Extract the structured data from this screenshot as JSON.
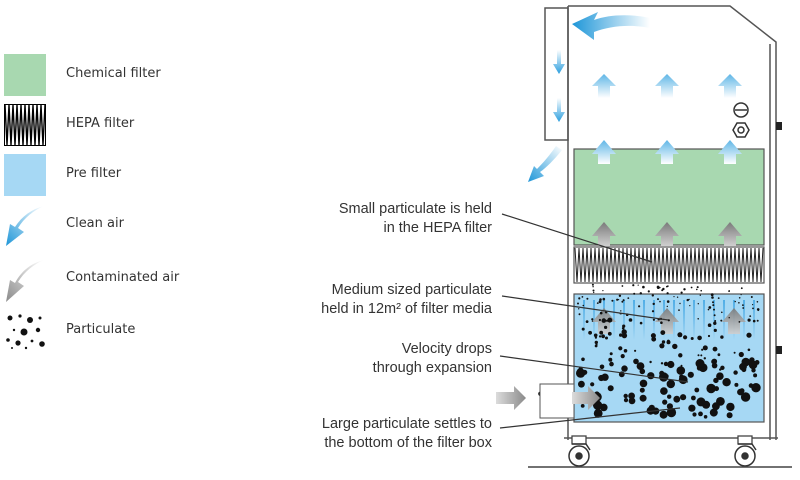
{
  "legend": {
    "items": [
      {
        "label": "Chemical filter",
        "icon": "chemical-filter-swatch",
        "color": "#a8d8b0"
      },
      {
        "label": "HEPA filter",
        "icon": "hepa-filter-swatch",
        "color": "#000000"
      },
      {
        "label": "Pre filter",
        "icon": "pre-filter-swatch",
        "color": "#a6d8f4"
      },
      {
        "label": "Clean air",
        "icon": "clean-air-arrow-icon",
        "color": "#3aa7e0"
      },
      {
        "label": "Contaminated air",
        "icon": "contaminated-air-arrow-icon",
        "color": "#9a9a9a"
      },
      {
        "label": "Particulate",
        "icon": "particulate-icon",
        "color": "#111111"
      }
    ]
  },
  "callouts": [
    {
      "line1": "Small particulate is held",
      "line2": "in the HEPA filter"
    },
    {
      "line1": "Medium sized particulate",
      "line2": "held in 12m² of filter media"
    },
    {
      "line1": "Velocity drops",
      "line2": "through expansion"
    },
    {
      "line1": "Large particulate settles to",
      "line2": "the bottom of the filter box"
    }
  ],
  "colors": {
    "chemical": "#a8d8b0",
    "pre": "#a6d8f4",
    "clean_air": "#3aa7e0",
    "dirty_air": "#8f8f8f",
    "outline": "#555555"
  }
}
